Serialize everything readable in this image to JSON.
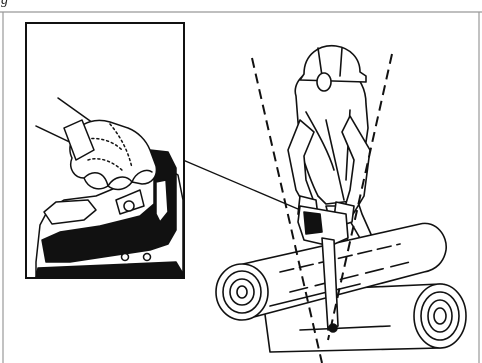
{
  "figure": {
    "label": "g",
    "colors": {
      "stroke": "#111111",
      "fill": "#ffffff",
      "frame": "#999999"
    },
    "content": [
      "inset-glove-on-chainsaw-handle",
      "operator-in-hard-hat",
      "chainsaw",
      "crossed-logs",
      "dashed-cutting-angle-lines"
    ]
  }
}
